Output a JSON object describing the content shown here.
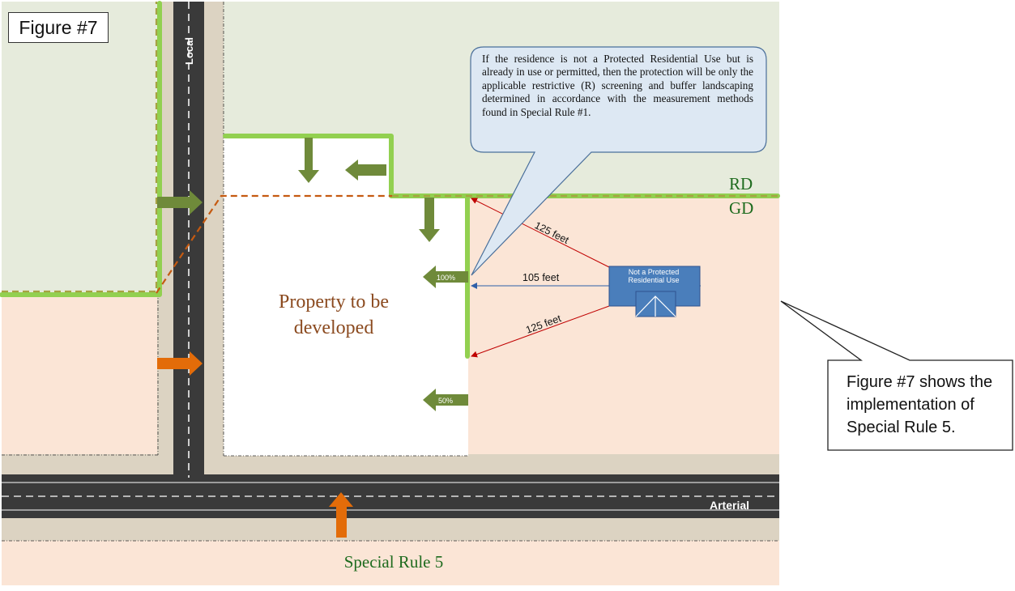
{
  "figure_label": "Figure #7",
  "road_local_label": "Local",
  "road_arterial_label": "Arterial",
  "zone_labels": {
    "upper": "RD",
    "lower": "GD"
  },
  "callout_text": "If the residence is not a Protected Residential Use but is already in use or permitted, then the protection will be only the applicable restrictive (R) screening and buffer landscaping determined in accordance with the measurement methods found in Special Rule #1.",
  "property_label": "Property to be developed",
  "residence_label_line1": "Not a Protected",
  "residence_label_line2": "Residential Use",
  "measurements": {
    "upper": "125 feet",
    "middle": "105 feet",
    "lower": "125 feet"
  },
  "buffer_labels": {
    "full": "100%",
    "half": "50%"
  },
  "note_text": "Figure #7 shows the implementation of Special Rule 5.",
  "rule_label": "Special Rule 5",
  "colors": {
    "rd_zone": "#e6ebdc",
    "gd_zone": "#fbe5d6",
    "shoulder": "#dcd3c2",
    "road": "#3a3a3a",
    "buffer_green": "#92d050",
    "arrow_green": "#6f8a3a",
    "arrow_orange": "#e36c09",
    "boundary_orange": "#c55a11",
    "residence_blue": "#4a7ebb",
    "callout_fill": "#dde8f3",
    "measure_red": "#c00000",
    "measure_blue": "#2e5fa8"
  }
}
